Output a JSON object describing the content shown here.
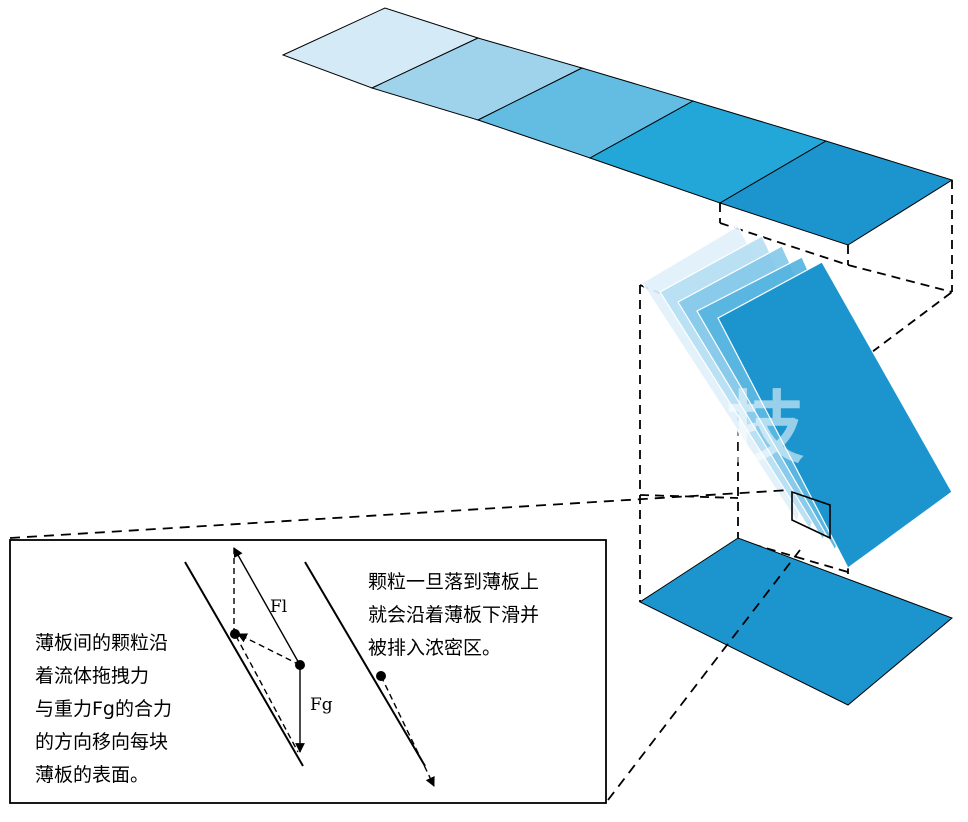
{
  "colors": {
    "belt": [
      "#d4eaf6",
      "#9fd3ec",
      "#63bde3",
      "#22a7d8",
      "#1c95cf"
    ],
    "plates": [
      "#dff0fa",
      "#b6def2",
      "#86c9ea",
      "#55b4e0",
      "#1c95cf"
    ],
    "plate_edge": "#1c95cf",
    "floor": "#1c95cf",
    "line": "#000000"
  },
  "left_note": [
    "薄板间的颗粒沿",
    "着流体拖拽力",
    "与重力Fg的合力",
    "的方向移向每块",
    "薄板的表面。"
  ],
  "right_note": [
    "颗粒一旦落到薄板上",
    "就会沿着薄板下滑并",
    "被排入浓密区。"
  ],
  "forces": {
    "lift": "Fl",
    "gravity": "Fg"
  }
}
